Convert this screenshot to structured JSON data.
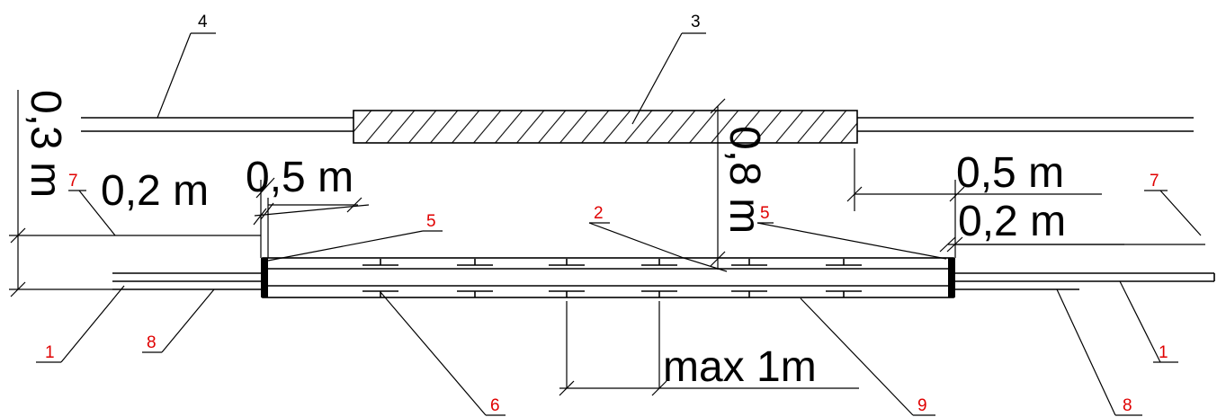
{
  "labels": {
    "n1_left": "1",
    "n1_right": "1",
    "n2": "2",
    "n3": "3",
    "n4": "4",
    "n5_left": "5",
    "n5_right": "5",
    "n6": "6",
    "n7_left": "7",
    "n7_right": "7",
    "n8_left": "8",
    "n8_right": "8",
    "n9": "9"
  },
  "dimensions": {
    "d_03m": "0,3 m",
    "d_02m_left": "0,2 m",
    "d_05m_left": "0,5 m",
    "d_08m": "0,8 m",
    "d_05m_right": "0,5 m",
    "d_02m_right": "0,2 m",
    "d_max1m": "max 1m"
  },
  "colors": {
    "line": "#000000",
    "label_red": "#e00000"
  }
}
